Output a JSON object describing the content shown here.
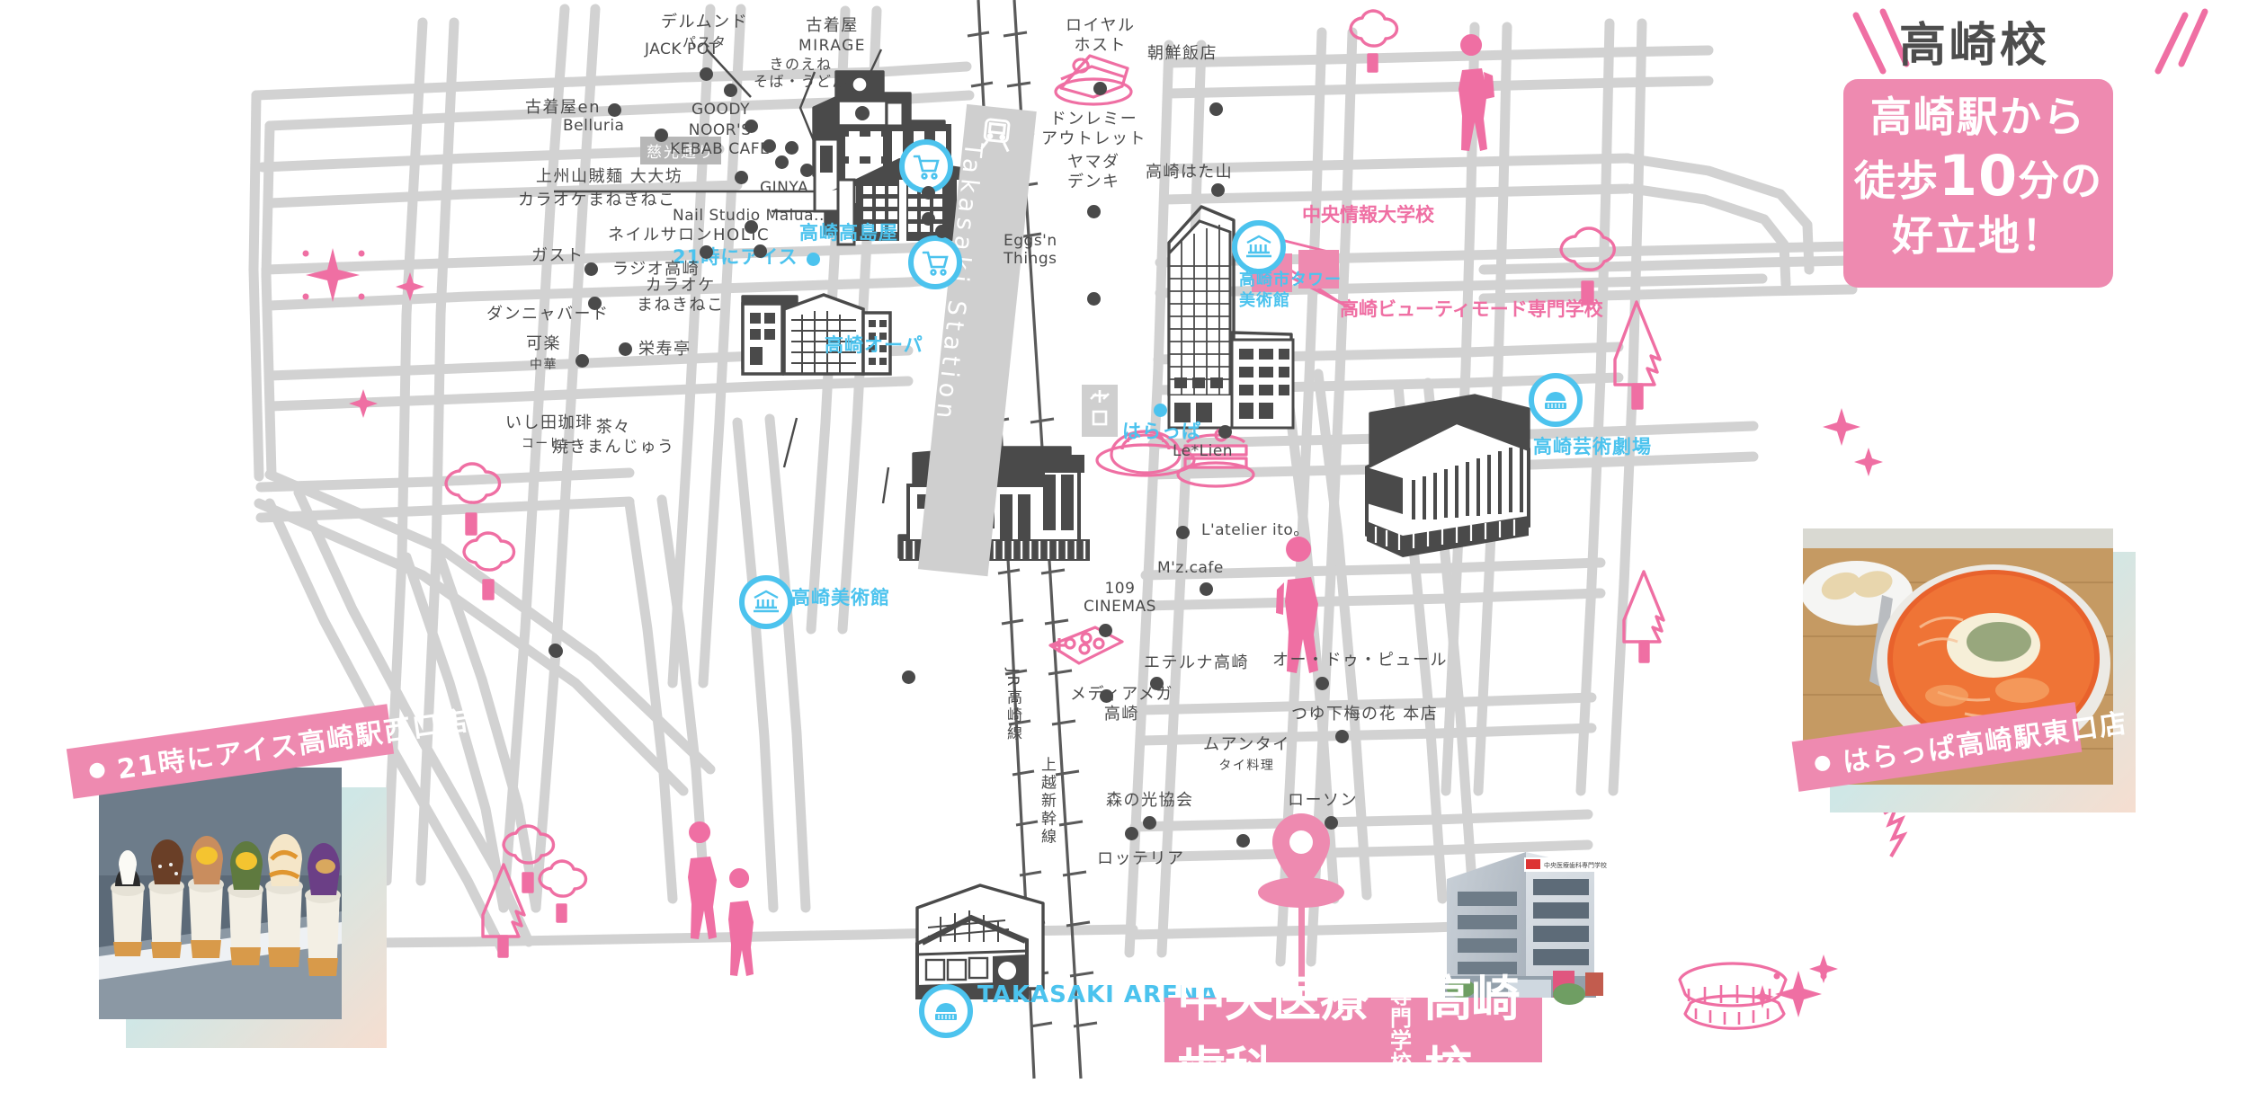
{
  "header": {
    "title": "高崎校",
    "card_line1": "高崎駅から",
    "card_line2_pre": "徒歩",
    "card_line2_num": "10",
    "card_line2_post": "分の",
    "card_line3": "好立地！"
  },
  "colors": {
    "pink": "#ee8ab0",
    "pink_strong": "#ef6fa3",
    "blue": "#4cc3ee",
    "road": "#d2d2d2",
    "text": "#4a4a4a",
    "station_band": "#cfcfcf"
  },
  "station": {
    "band_label": "Takasaki Station",
    "exit_icon": "station-exit-icon"
  },
  "roads": [
    {
      "name": "慈光通り"
    }
  ],
  "rail_lines": [
    {
      "label": "JR高崎線"
    },
    {
      "label": "上越新幹線"
    }
  ],
  "highlights": [
    {
      "label": "高崎高島屋",
      "icon": "shopping-cart-icon"
    },
    {
      "label": "高崎オーパ",
      "icon": "shopping-cart-icon"
    },
    {
      "label": "21時にアイス",
      "icon": "dot"
    },
    {
      "label": "高崎美術館",
      "icon": "museum-icon"
    },
    {
      "label": "高崎市タワー美術館",
      "icon": "museum-icon"
    },
    {
      "label": "高崎芸術劇場",
      "icon": "theater-icon"
    },
    {
      "label": "はらっぱ",
      "icon": "dot"
    },
    {
      "label": "TAKASAKI ARENA",
      "icon": "theater-icon"
    }
  ],
  "pink_labels": [
    {
      "label": "中央情報大学校"
    },
    {
      "label": "高崎ビューティモード専門学校"
    }
  ],
  "pois": [
    {
      "label": "デルムンド\nパスタ"
    },
    {
      "label": "JACK POT"
    },
    {
      "label": "古着屋\nMIRAGE"
    },
    {
      "label": "きのえね\nそば・うどん"
    },
    {
      "label": "古着屋en"
    },
    {
      "label": "Belluria"
    },
    {
      "label": "GOODY"
    },
    {
      "label": "NOOR'S\nKEBAB CAFE"
    },
    {
      "label": "上州山賊麺 大大坊"
    },
    {
      "label": "GINYA"
    },
    {
      "label": "カラオケまねきねこ"
    },
    {
      "label": "Nail Studio Malua..."
    },
    {
      "label": "ネイルサロンHOLIC"
    },
    {
      "label": "ガスト"
    },
    {
      "label": "ラジオ高崎"
    },
    {
      "label": "ダンニャバード"
    },
    {
      "label": "カラオケ\nまねきねこ"
    },
    {
      "label": "Eggs'n\nThings"
    },
    {
      "label": "可楽\n中華"
    },
    {
      "label": "栄寿亭"
    },
    {
      "label": "いし田珈琲\nコーヒー"
    },
    {
      "label": "茶々\n焼きまんじゅう"
    },
    {
      "label": "ロイヤル\nホスト"
    },
    {
      "label": "ドンレミー\nアウトレット"
    },
    {
      "label": "ヤマダ\nデンキ"
    },
    {
      "label": "朝鮮飯店"
    },
    {
      "label": "高崎はた山"
    },
    {
      "label": "Le*Lien"
    },
    {
      "label": "L'atelier ito。"
    },
    {
      "label": "M'z.cafe"
    },
    {
      "label": "109\nCINEMAS"
    },
    {
      "label": "エテルナ高崎"
    },
    {
      "label": "メディアメガ\n高崎"
    },
    {
      "label": "オー・ドゥ・ピュール"
    },
    {
      "label": "つゆ下梅の花 本店"
    },
    {
      "label": "ムアンタイ\nタイ料理"
    },
    {
      "label": "森の光協会"
    },
    {
      "label": "ローソン"
    },
    {
      "label": "ロッテリア"
    }
  ],
  "photo_left": {
    "caption": "21時にアイス高崎駅西口店",
    "alt": "parfait-cups-photo"
  },
  "photo_right": {
    "caption": "はらっぱ高崎駅東口店",
    "alt": "tomato-pasta-soup-photo"
  },
  "school_bar": {
    "main": "中央医療歯科",
    "sub_line1": "専門",
    "sub_line2": "学校",
    "campus": "高崎校"
  },
  "building_photo": {
    "alt": "cms-building-photo",
    "sign": "CMS 中央医療歯科専門学校"
  }
}
